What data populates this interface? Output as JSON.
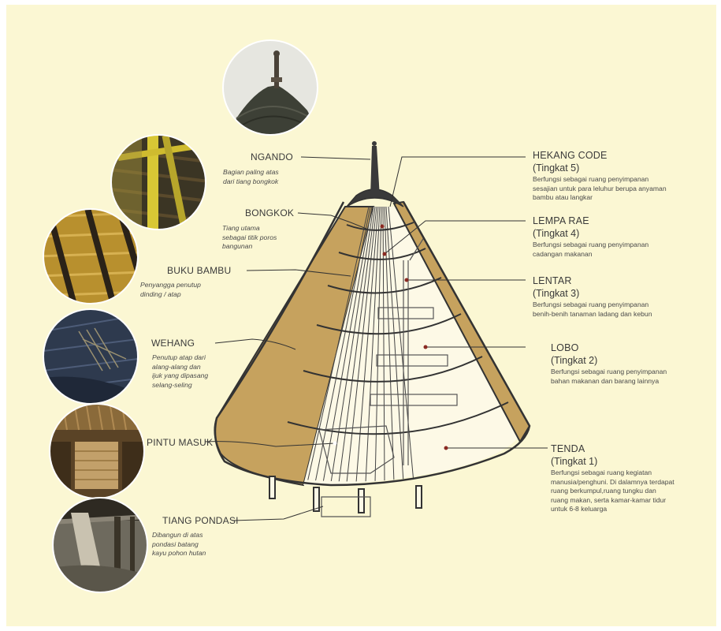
{
  "diagram": {
    "colors": {
      "background": "#fbf7d3",
      "thatch": "#c6a25e",
      "outline": "#333333",
      "marker": "#8a2a22"
    },
    "left_labels": [
      {
        "key": "ngando",
        "title": "NGANDO",
        "desc": [
          "Bagian paling atas",
          "dari tiang bongkok"
        ],
        "photo": "ngando-roof-finial-photo"
      },
      {
        "key": "bongkok",
        "title": "BONGKOK",
        "desc": [
          "Tiang utama",
          "sebagai titik poros",
          "bangunan"
        ],
        "photo": "bongkok-bamboo-pole-photo"
      },
      {
        "key": "buku_bambu",
        "title": "BUKU BAMBU",
        "desc": [
          "Penyangga penutup",
          "dinding / atap"
        ],
        "photo": "buku-bambu-frame-photo"
      },
      {
        "key": "wehang",
        "title": "WEHANG",
        "desc": [
          "Penutup atap dari",
          "alang-alang dan",
          "ijuk yang dipasang",
          "selang-seling"
        ],
        "photo": "wehang-thatch-photo"
      },
      {
        "key": "pintu_masuk",
        "title": "PINTU MASUK",
        "desc": [],
        "photo": "pintu-masuk-door-photo"
      },
      {
        "key": "tiang_pondasi",
        "title": "TIANG PONDASI",
        "desc": [
          "Dibangun di atas",
          "pondasi batang",
          "kayu pohon hutan"
        ],
        "photo": "tiang-pondasi-post-photo"
      }
    ],
    "right_labels": [
      {
        "key": "hekang_code",
        "title": "HEKANG CODE",
        "level": "(Tingkat 5)",
        "desc": [
          "Berfungsi sebagai ruang penyimpanan",
          "sesajian untuk para leluhur berupa anyaman",
          "bambu atau langkar"
        ]
      },
      {
        "key": "lempa_rae",
        "title": "LEMPA RAE",
        "level": "(Tingkat 4)",
        "desc": [
          "Berfungsi sebagai ruang penyimpanan",
          "cadangan makanan"
        ]
      },
      {
        "key": "lentar",
        "title": "LENTAR",
        "level": "(Tingkat 3)",
        "desc": [
          "Berfungsi sebagai ruang penyimpanan",
          "benih-benih tanaman ladang dan kebun"
        ]
      },
      {
        "key": "lobo",
        "title": "LOBO",
        "level": "(Tingkat 2)",
        "desc": [
          "Berfungsi sebagai ruang penyimpanan",
          "bahan makanan dan barang lainnya"
        ]
      },
      {
        "key": "tenda",
        "title": "TENDA",
        "level": "(Tingkat 1)",
        "desc": [
          "Berfungsi sebagai ruang kegiatan",
          "manusia/penghuni. Di dalamnya terdapat",
          "ruang berkumpul,ruang tungku dan",
          "ruang makan, serta kamar-kamar tidur",
          "untuk 6-8 keluarga"
        ]
      }
    ]
  }
}
